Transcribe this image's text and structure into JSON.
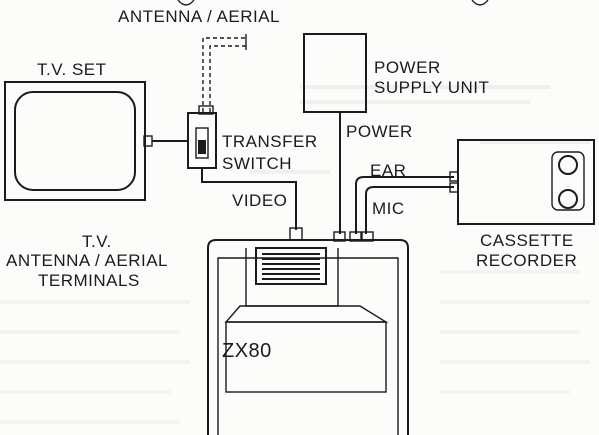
{
  "labels": {
    "antenna_aerial": "ANTENNA / AERIAL",
    "tv_set": "T.V. SET",
    "transfer": "TRANSFER",
    "switch": "SWITCH",
    "power_supply_line1": "POWER",
    "power_supply_line2": "SUPPLY UNIT",
    "power": "POWER",
    "ear": "EAR",
    "mic": "MIC",
    "video": "VIDEO",
    "cassette": "CASSETTE",
    "recorder": "RECORDER",
    "tv_terminals_line1": "T.V.",
    "tv_terminals_line2": "ANTENNA / AERIAL",
    "tv_terminals_line3": "TERMINALS",
    "zx80": "ZX80"
  }
}
